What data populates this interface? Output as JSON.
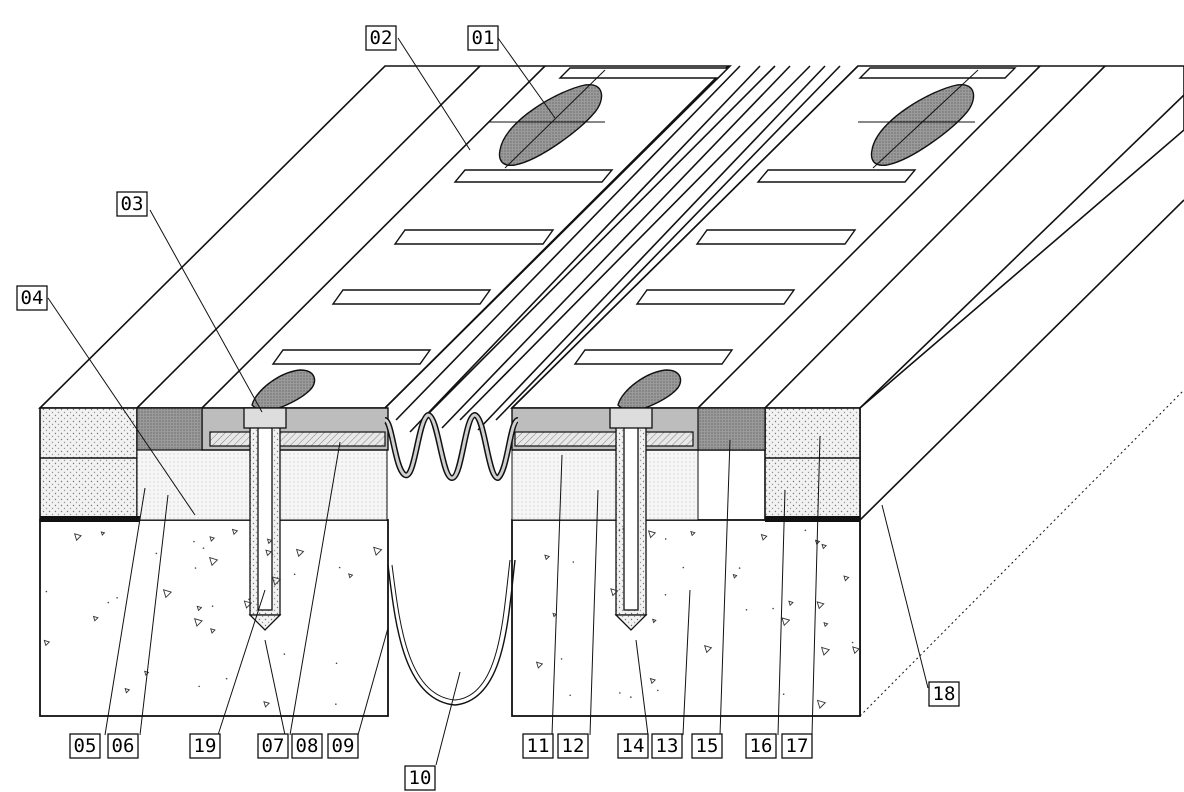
{
  "diagram": {
    "colors": {
      "line": "#111111",
      "concrete": "#ffffff",
      "grout": "#cfcfcf",
      "metal": "#bdbdbd",
      "bead": "#9a9a9a",
      "foam": "#e6e6e6"
    },
    "callouts": [
      {
        "id": "01",
        "label": "01"
      },
      {
        "id": "02",
        "label": "02"
      },
      {
        "id": "03",
        "label": "03"
      },
      {
        "id": "04",
        "label": "04"
      },
      {
        "id": "05",
        "label": "05"
      },
      {
        "id": "06",
        "label": "06"
      },
      {
        "id": "07",
        "label": "07"
      },
      {
        "id": "08",
        "label": "08"
      },
      {
        "id": "09",
        "label": "09"
      },
      {
        "id": "10",
        "label": "10"
      },
      {
        "id": "11",
        "label": "11"
      },
      {
        "id": "12",
        "label": "12"
      },
      {
        "id": "13",
        "label": "13"
      },
      {
        "id": "14",
        "label": "14"
      },
      {
        "id": "15",
        "label": "15"
      },
      {
        "id": "16",
        "label": "16"
      },
      {
        "id": "17",
        "label": "17"
      },
      {
        "id": "18",
        "label": "18"
      },
      {
        "id": "19",
        "label": "19"
      }
    ]
  }
}
